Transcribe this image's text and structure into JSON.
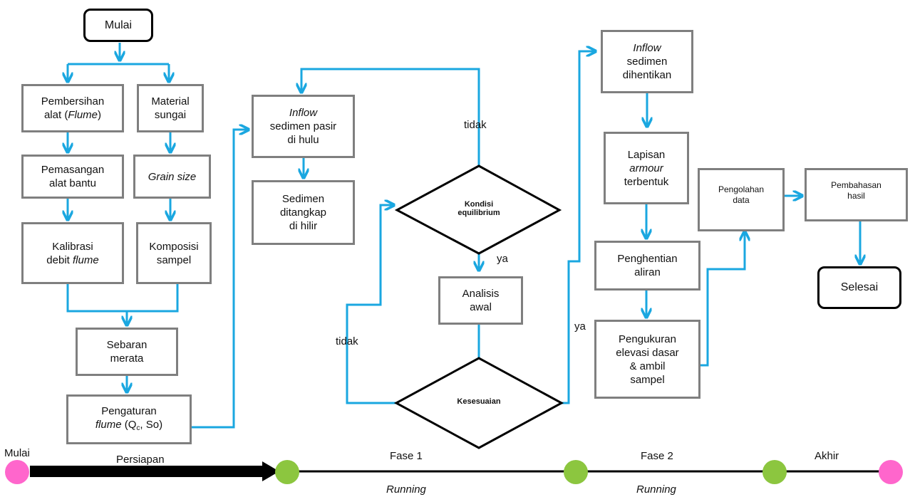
{
  "nodes": {
    "mulai_top": "Mulai",
    "pembersihan": [
      "Pembersihan",
      "alat (",
      "Flume",
      ")"
    ],
    "material": [
      "Material",
      "sungai"
    ],
    "pemasangan": [
      "Pemasangan",
      "alat bantu"
    ],
    "grain": "Grain size",
    "kalibrasi": [
      "Kalibrasi",
      "debit ",
      "flume"
    ],
    "komposisi": [
      "Komposisi",
      "sampel"
    ],
    "sebaran": [
      "Sebaran",
      "merata"
    ],
    "pengaturan": [
      "Pengaturan",
      "flume",
      " (Q",
      "c",
      ", So)"
    ],
    "inflow1": [
      "Inflow",
      "sedimen pasir",
      "di hulu"
    ],
    "sedimen": [
      "Sedimen",
      "ditangkap",
      "di hilir"
    ],
    "kondisi": [
      "Kondisi",
      "equilibrium"
    ],
    "analisis": [
      "Analisis",
      "awal"
    ],
    "kesesuaian": "Kesesuaian",
    "inflow2": [
      "Inflow",
      "sedimen",
      "dihentikan"
    ],
    "lapisan": [
      "Lapisan",
      "armour",
      "terbentuk"
    ],
    "penghentian": [
      "Penghentian",
      "aliran"
    ],
    "pengukuran": [
      "Pengukuran",
      "elevasi dasar",
      "& ambil",
      "sampel"
    ],
    "pengolahan": [
      "Pengolahan",
      "data"
    ],
    "pembahasan": [
      "Pembahasan",
      "hasil"
    ],
    "selesai": "Selesai"
  },
  "edge_labels": {
    "tidak_top": "tidak",
    "ya_mid": "ya",
    "tidak_left": "tidak",
    "ya_right": "ya"
  },
  "timeline": {
    "start": "Mulai",
    "persiapan": "Persiapan",
    "fase1": "Fase 1",
    "fase2": "Fase 2",
    "akhir": "Akhir",
    "running1": "Running",
    "running2": "Running"
  },
  "colors": {
    "arrow": "#1aa7e0",
    "box_border": "#7f7f7f",
    "green_dot": "#8cc63f",
    "pink_dot": "#ff66cc"
  }
}
